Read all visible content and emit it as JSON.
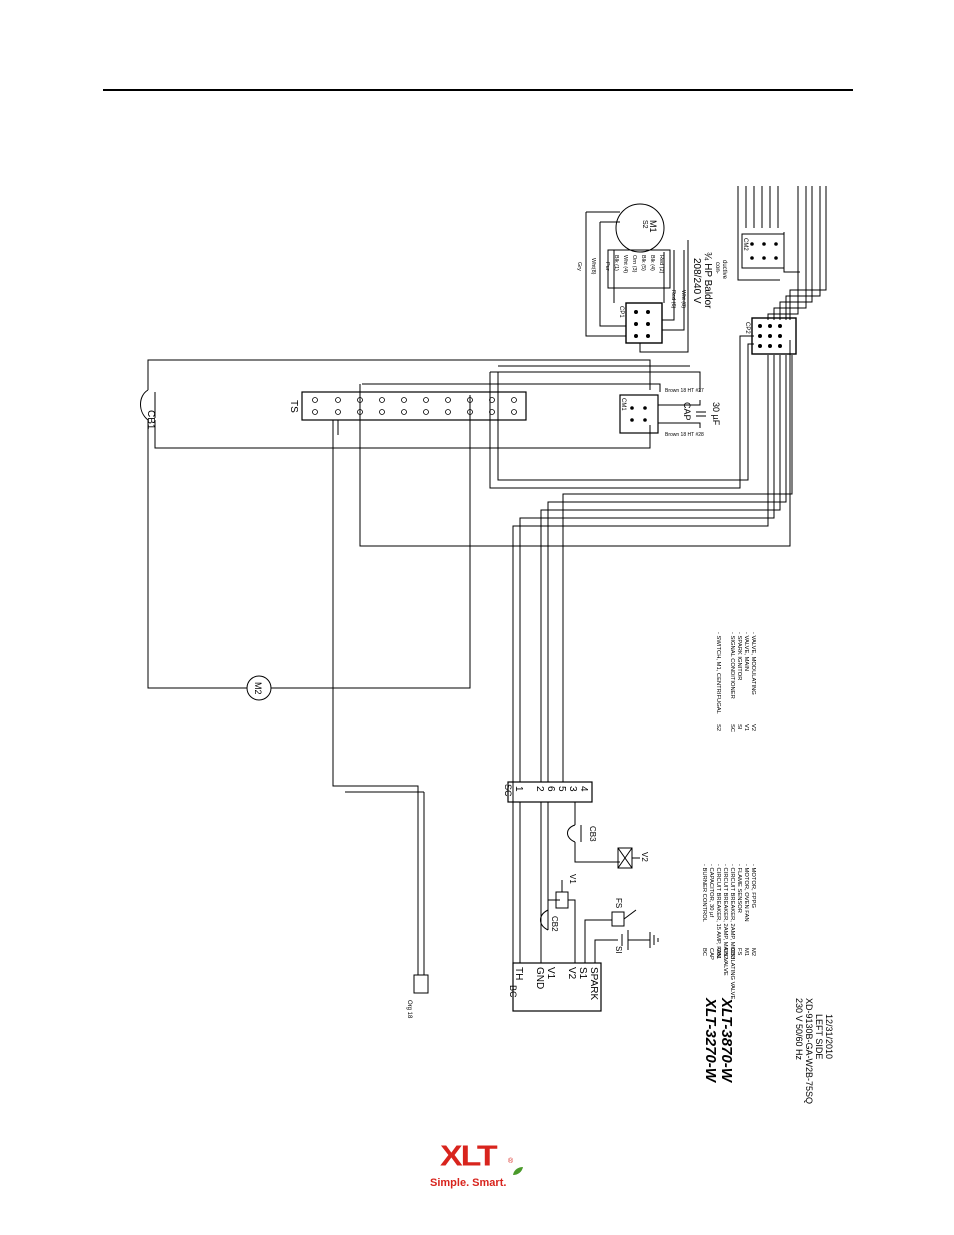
{
  "labels": {
    "ts": "TS",
    "cb1": "CB1",
    "m2": "M2",
    "sc": "SC",
    "sc_terminals": [
      "1",
      "2",
      "6",
      "5",
      "3",
      "4"
    ],
    "bc": "BC",
    "bc_terminals": [
      "TH",
      "GND",
      "V1",
      "V2",
      "S1",
      "SPARK"
    ],
    "cb2": "CB2",
    "cb3": "CB3",
    "v1": "V1",
    "v2": "V2",
    "fs": "FS",
    "si": "SI",
    "cp1": "CP1",
    "cp2": "CP2",
    "cm1": "CM1",
    "cm2": "CM2",
    "cap": "CAP",
    "cap_value": "30 µF",
    "brown_top": "Brown 18 HT #27",
    "brown_bottom": "Brown 18 HT #28",
    "org": "Org 18",
    "s2": "S2",
    "m1": "M1",
    "motor_wires_left": [
      "Gry",
      "Wht(8)",
      "Pur",
      "Blk (1)",
      "Wht (4)",
      "Orn (3)",
      "Blk (5)",
      "Blk (4)",
      "Red (2)"
    ],
    "motor_wires_right": [
      "Red (6)",
      "Wht (8)"
    ],
    "motor_volt": "208/240 V",
    "motor_hp": "¾ HP Baldor",
    "motor_conn": "con-",
    "motor_conn2": "ductive"
  },
  "legend_left": [
    {
      "code": "BC",
      "desc": "- BURNER CONTROL"
    },
    {
      "code": "CAP",
      "desc": "- CAPACITOR, 30 µf"
    },
    {
      "code": "CB1",
      "desc": "- CIRCUIT BREAKER, 15 AMP, FAN"
    },
    {
      "code": "CB2",
      "desc": "- CIRCUIT BREAKER, 2AMP, MAIN VALVE"
    },
    {
      "code": "CB3",
      "desc": "- CIRCUIT BREAKER, 2AMP, MODULATING VALVE"
    },
    {
      "code": "FS",
      "desc": "- FLAME SENSOR"
    },
    {
      "code": "M1",
      "desc": "- MOTOR, OVEN FAN"
    },
    {
      "code": "M2",
      "desc": "- MOTOR, FPPG"
    }
  ],
  "legend_right": [
    {
      "code": "S2",
      "desc": "- SWITCH, M1, CENTRIFUGAL"
    },
    {
      "code": "SC",
      "desc": "- SIGNAL CONDITIONER"
    },
    {
      "code": "SI",
      "desc": "- SPARK IGNITOR"
    },
    {
      "code": "V1",
      "desc": "- VALVE, MAIN"
    },
    {
      "code": "V2",
      "desc": "- VALVE, MODULATING"
    }
  ],
  "models": [
    "XLT-3270-W",
    "XLT-3870-W"
  ],
  "spec": [
    "230 V 50/60 Hz",
    "XD-9130B-GA-W2B-75SQ",
    "LEFT SIDE",
    "12/31/2010"
  ],
  "logo": {
    "word": "XLT",
    "reg": "®",
    "tagline": "Simple. Smart."
  },
  "colors": {
    "logo_red": "#d8241d",
    "logo_green": "#4a9a2a",
    "line": "#000000"
  }
}
